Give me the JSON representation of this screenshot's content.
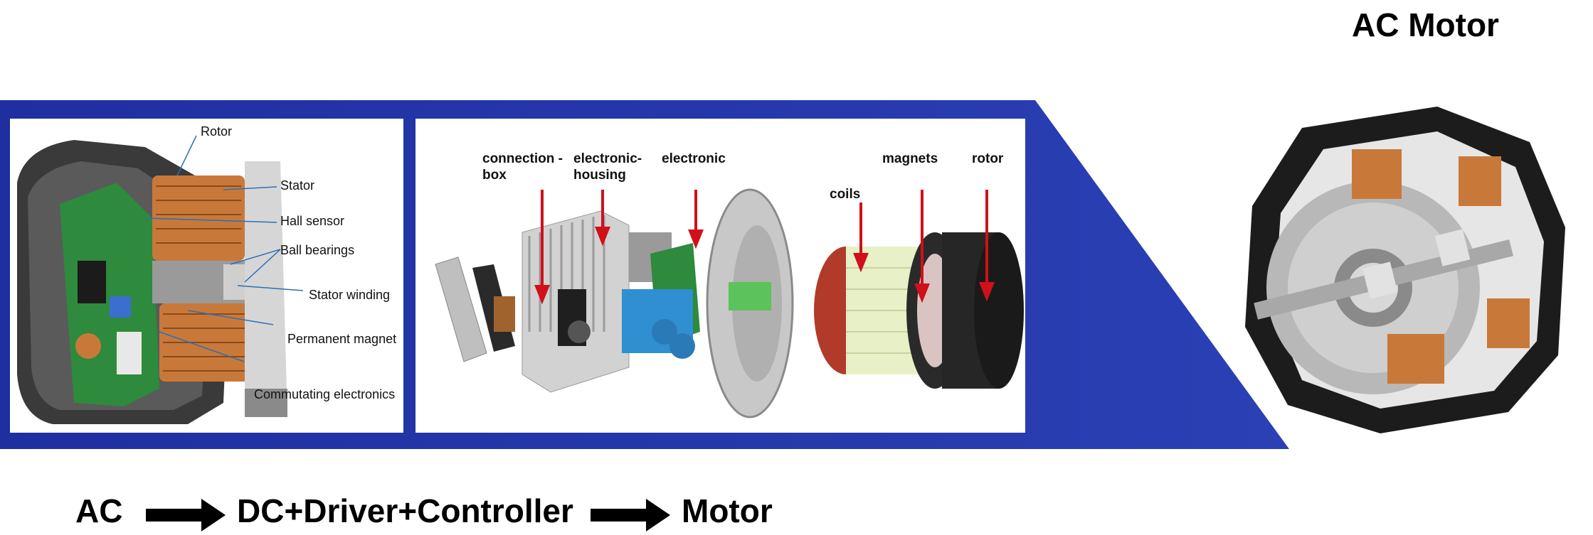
{
  "title": "AC Motor",
  "left_labels": {
    "rotor": "Rotor",
    "stator": "Stator",
    "hall_sensor": "Hall sensor",
    "ball_bearings": "Ball bearings",
    "stator_winding": "Stator winding",
    "permanent_magnet": "Permanent magnet",
    "commutating_electronics": "Commutating electronics"
  },
  "mid_labels": {
    "connection_box_1": "connection -",
    "connection_box_2": "box",
    "electronic_housing_1": "electronic-",
    "electronic_housing_2": "housing",
    "electronic": "electronic",
    "coils": "coils",
    "magnets": "magnets",
    "rotor": "rotor"
  },
  "flow": {
    "step1": "AC",
    "step2": "DC+Driver+Controller",
    "step3": "Motor"
  },
  "colors": {
    "band": "#2435a8",
    "arrow_red": "#d0101a",
    "copper": "#c8793a"
  }
}
